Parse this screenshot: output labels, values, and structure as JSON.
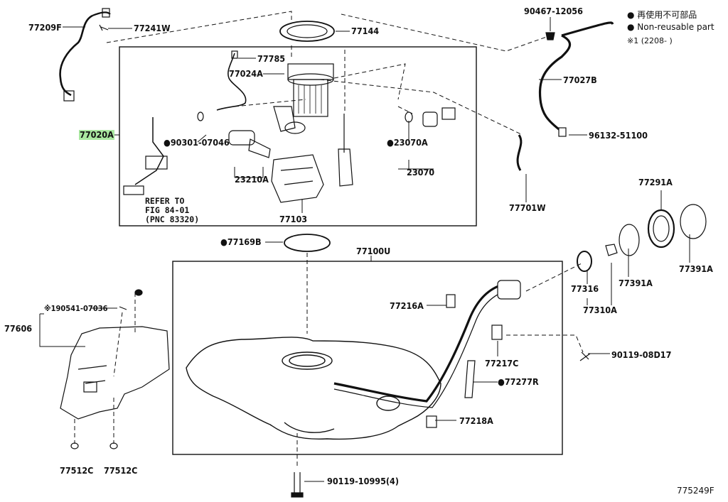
{
  "legend": {
    "reuse_jp": "● 再使用不可部品",
    "reuse_en": "● Non-reusable part",
    "date_note": "※1 (2208-        )"
  },
  "refer_note": "REFER TO\nFIG 84-01\n(PNC 83320)",
  "diagram_number": "775249F",
  "parts": {
    "p77209F": "77209F",
    "p77241W": "77241W",
    "p77144": "77144",
    "p90467": "90467-12056",
    "p77785": "77785",
    "p77024A": "77024A",
    "p77027B": "77027B",
    "p77020A": "77020A",
    "p90301": "●90301-07046",
    "p23070A": "●23070A",
    "p96132": "96132-51100",
    "p23210A": "23210A",
    "p23070": "23070",
    "p77103": "77103",
    "p77701W": "77701W",
    "p77291A": "77291A",
    "p77169B": "●77169B",
    "p77100U": "77100U",
    "p77316": "77316",
    "p77391A_a": "77391A",
    "p77391A_b": "77391A",
    "p77310A": "77310A",
    "p90541": "※190541-07036",
    "p77606": "77606",
    "p77216A": "77216A",
    "p77217C": "77217C",
    "p90119_08": "90119-08D17",
    "p77277R": "●77277R",
    "p77218A": "77218A",
    "p77512C_a": "77512C",
    "p77512C_b": "77512C",
    "p90119_10": "90119-10995(4)"
  }
}
